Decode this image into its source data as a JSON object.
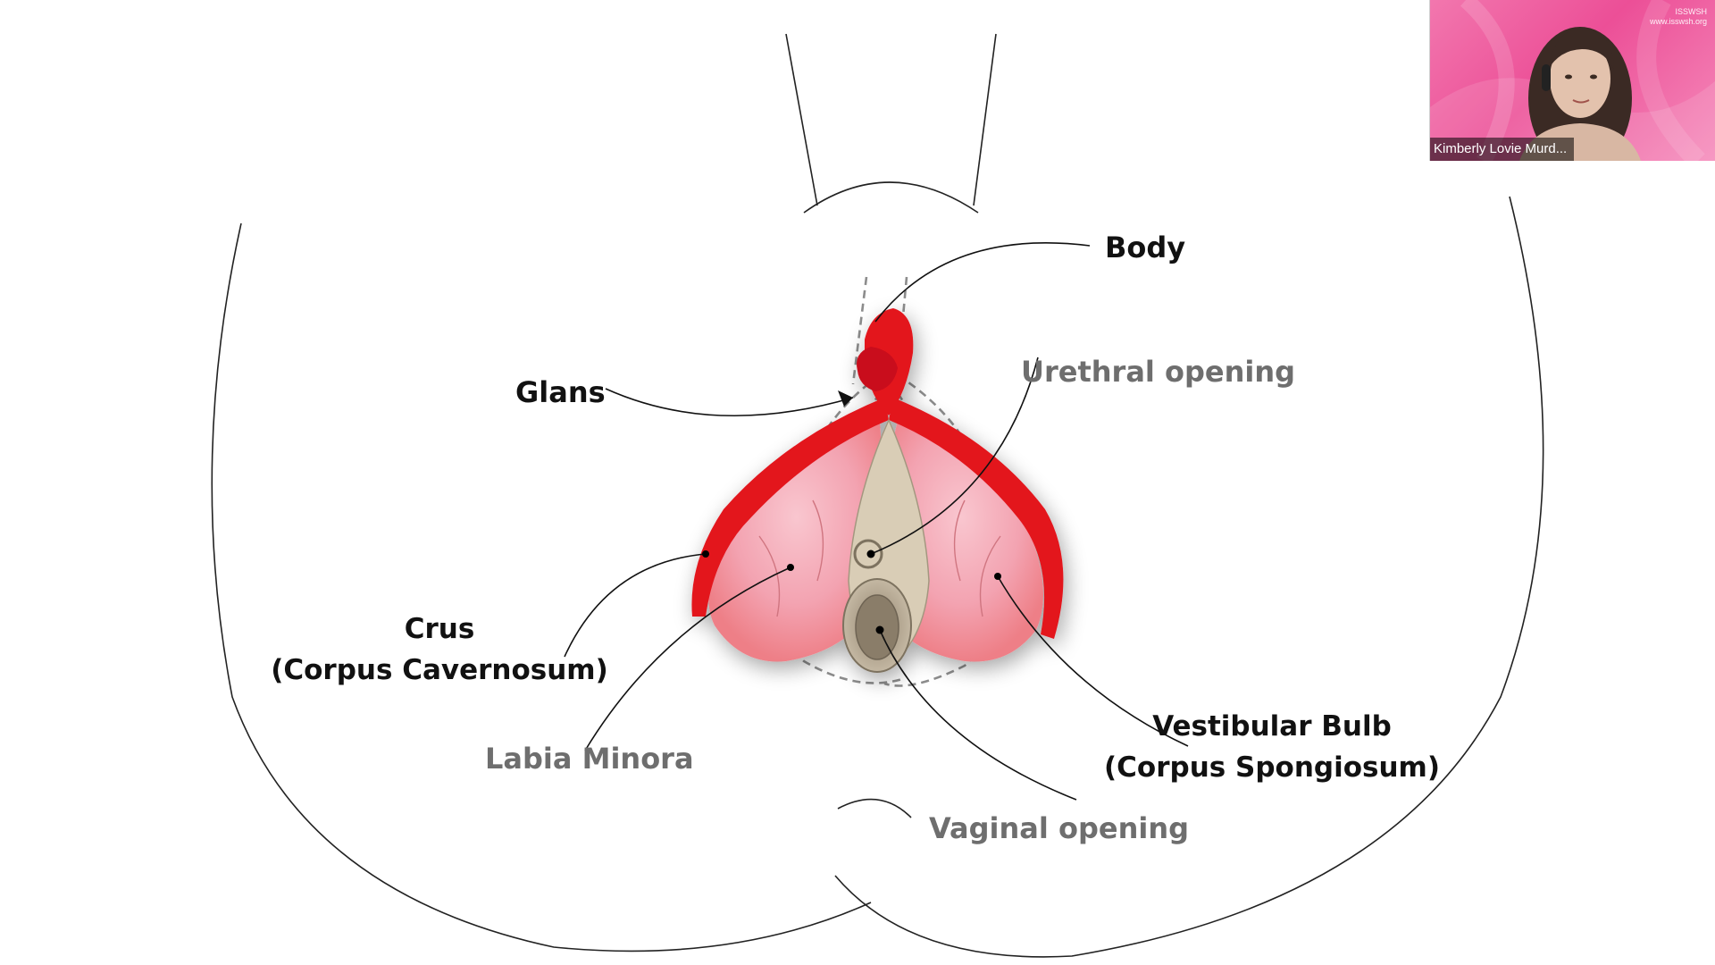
{
  "slide": {
    "labels": {
      "body": "Body",
      "glans": "Glans",
      "urethral_opening": "Urethral opening",
      "crus_line1": "Crus",
      "crus_line2": "(Corpus  Cavernosum)",
      "labia_minora": "Labia Minora",
      "vestibular_bulb_line1": "Vestibular Bulb",
      "vestibular_bulb_line2": "(Corpus Spongiosum)",
      "vaginal_opening": "Vaginal opening"
    },
    "colors": {
      "primary_label": "#111111",
      "secondary_label": "#6e6e6e",
      "clitoris_red": "#e3131f",
      "bulb_pink": "#f2a0ac"
    }
  },
  "video_tile": {
    "participant_name": "Kimberly Lovie Murd...",
    "watermark_line1": "ISSWSH",
    "watermark_line2": "www.isswsh.org"
  }
}
